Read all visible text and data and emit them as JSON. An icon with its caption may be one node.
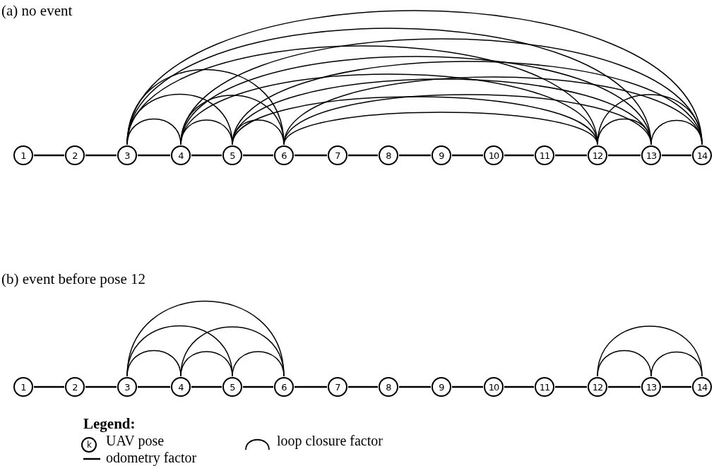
{
  "diagram": {
    "nodes": [
      {
        "text": [
          "1"
        ]
      },
      {
        "text": [
          "2"
        ]
      },
      {
        "text": [
          "3"
        ]
      },
      {
        "text": [
          "4"
        ]
      },
      {
        "text": [
          "5"
        ]
      },
      {
        "text": [
          "6"
        ]
      },
      {
        "text": [
          "7"
        ]
      },
      {
        "text": [
          "8"
        ]
      },
      {
        "text": [
          "9"
        ]
      },
      {
        "text": [
          "10"
        ]
      },
      {
        "text": [
          "11"
        ]
      },
      {
        "text": [
          "12"
        ]
      },
      {
        "text": [
          "13"
        ]
      },
      {
        "text": [
          "14"
        ]
      },
      {
        "text": [
          "1"
        ]
      },
      {
        "text": [
          "2"
        ]
      },
      {
        "text": [
          "3"
        ]
      },
      {
        "text": [
          "4"
        ]
      },
      {
        "text": [
          "5"
        ]
      },
      {
        "text": [
          "6"
        ]
      },
      {
        "text": [
          "7"
        ]
      },
      {
        "text": [
          "8"
        ]
      },
      {
        "text": [
          "9"
        ]
      },
      {
        "text": [
          "10"
        ]
      },
      {
        "text": [
          "11"
        ]
      },
      {
        "text": [
          "12"
        ]
      },
      {
        "text": [
          "13"
        ]
      },
      {
        "text": [
          "14"
        ]
      }
    ],
    "edges": [
      {
        "from": 0,
        "to": 1,
        "arrow": "none"
      },
      {
        "from": 1,
        "to": 2,
        "arrow": "none"
      },
      {
        "from": 2,
        "to": 3,
        "arrow": "none"
      },
      {
        "from": 3,
        "to": 4,
        "arrow": "none"
      },
      {
        "from": 4,
        "to": 5,
        "arrow": "none"
      },
      {
        "from": 5,
        "to": 6,
        "arrow": "none"
      },
      {
        "from": 6,
        "to": 7,
        "arrow": "none"
      },
      {
        "from": 7,
        "to": 8,
        "arrow": "none"
      },
      {
        "from": 8,
        "to": 9,
        "arrow": "none"
      },
      {
        "from": 9,
        "to": 10,
        "arrow": "none"
      },
      {
        "from": 10,
        "to": 11,
        "arrow": "none"
      },
      {
        "from": 11,
        "to": 12,
        "arrow": "none"
      },
      {
        "from": 12,
        "to": 13,
        "arrow": "none"
      },
      {
        "from": 2,
        "to": 3,
        "arrow": "none"
      },
      {
        "from": 2,
        "to": 4,
        "arrow": "none"
      },
      {
        "from": 2,
        "to": 5,
        "arrow": "none"
      },
      {
        "from": 2,
        "to": 11,
        "arrow": "none"
      },
      {
        "from": 2,
        "to": 12,
        "arrow": "none"
      },
      {
        "from": 2,
        "to": 13,
        "arrow": "none"
      },
      {
        "from": 3,
        "to": 4,
        "arrow": "none"
      },
      {
        "from": 3,
        "to": 5,
        "arrow": "none"
      },
      {
        "from": 3,
        "to": 11,
        "arrow": "none"
      },
      {
        "from": 3,
        "to": 12,
        "arrow": "none"
      },
      {
        "from": 3,
        "to": 13,
        "arrow": "none"
      },
      {
        "from": 4,
        "to": 5,
        "arrow": "none"
      },
      {
        "from": 4,
        "to": 11,
        "arrow": "none"
      },
      {
        "from": 4,
        "to": 12,
        "arrow": "none"
      },
      {
        "from": 4,
        "to": 13,
        "arrow": "none"
      },
      {
        "from": 5,
        "to": 11,
        "arrow": "none"
      },
      {
        "from": 5,
        "to": 12,
        "arrow": "none"
      },
      {
        "from": 5,
        "to": 13,
        "arrow": "none"
      },
      {
        "from": 11,
        "to": 12,
        "arrow": "none"
      },
      {
        "from": 11,
        "to": 13,
        "arrow": "none"
      },
      {
        "from": 12,
        "to": 13,
        "arrow": "none"
      },
      {
        "from": 14,
        "to": 15,
        "arrow": "none"
      },
      {
        "from": 15,
        "to": 16,
        "arrow": "none"
      },
      {
        "from": 16,
        "to": 17,
        "arrow": "none"
      },
      {
        "from": 17,
        "to": 18,
        "arrow": "none"
      },
      {
        "from": 18,
        "to": 19,
        "arrow": "none"
      },
      {
        "from": 19,
        "to": 20,
        "arrow": "none"
      },
      {
        "from": 20,
        "to": 21,
        "arrow": "none"
      },
      {
        "from": 21,
        "to": 22,
        "arrow": "none"
      },
      {
        "from": 22,
        "to": 23,
        "arrow": "none"
      },
      {
        "from": 23,
        "to": 24,
        "arrow": "none"
      },
      {
        "from": 24,
        "to": 25,
        "arrow": "none"
      },
      {
        "from": 25,
        "to": 26,
        "arrow": "none"
      },
      {
        "from": 26,
        "to": 27,
        "arrow": "none"
      },
      {
        "from": 16,
        "to": 17,
        "arrow": "none"
      },
      {
        "from": 16,
        "to": 18,
        "arrow": "none"
      },
      {
        "from": 16,
        "to": 19,
        "arrow": "none"
      },
      {
        "from": 17,
        "to": 18,
        "arrow": "none"
      },
      {
        "from": 17,
        "to": 19,
        "arrow": "none"
      },
      {
        "from": 18,
        "to": 19,
        "arrow": "none"
      },
      {
        "from": 25,
        "to": 26,
        "arrow": "none"
      },
      {
        "from": 25,
        "to": 27,
        "arrow": "none"
      },
      {
        "from": 26,
        "to": 27,
        "arrow": "none"
      }
    ],
    "labels": [
      "(a) no event",
      "(b) event before pose 12",
      "Legend:",
      "k"
    ],
    "legend": [
      {
        "text": "UAV pose"
      },
      {
        "text": "loop closure factor"
      },
      {
        "text": "odometry factor"
      }
    ]
  }
}
